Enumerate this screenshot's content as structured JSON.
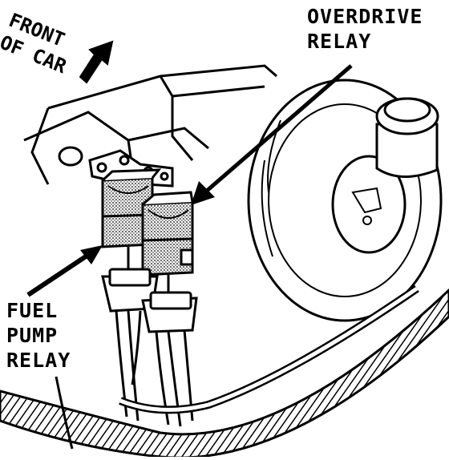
{
  "labels": {
    "front_line1": "FRONT",
    "front_line2": "OF CAR",
    "overdrive_line1": "OVERDRIVE",
    "overdrive_line2": "RELAY",
    "fuel_line1": "FUEL",
    "fuel_line2": "PUMP",
    "fuel_line3": "RELAY"
  },
  "colors": {
    "ink": "#000000",
    "paper": "#ffffff",
    "stipple": "#9a9a9a"
  }
}
